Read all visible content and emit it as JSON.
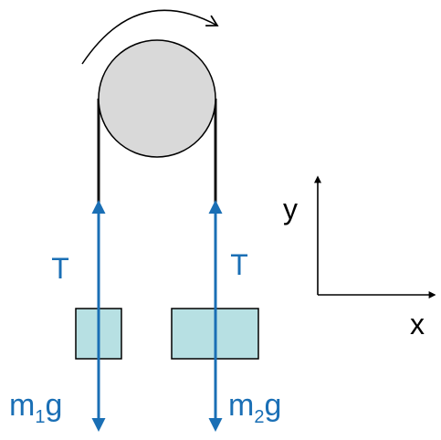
{
  "labels": {
    "tension_left": "T",
    "tension_right": "T",
    "weight_left": {
      "base": "m",
      "sub": "1",
      "tail": "g"
    },
    "weight_right": {
      "base": "m",
      "sub": "2",
      "tail": "g"
    },
    "axis_x": "x",
    "axis_y": "y"
  },
  "colors": {
    "arrow_blue": "#1a6fb5",
    "label_blue": "#1a6fb5",
    "block_fill": "#b7e0e3",
    "pulley_fill": "#d9d9d9",
    "rope": "#111111",
    "axis": "#000000"
  },
  "icons": {
    "rotation": "clockwise-arrow-icon"
  }
}
